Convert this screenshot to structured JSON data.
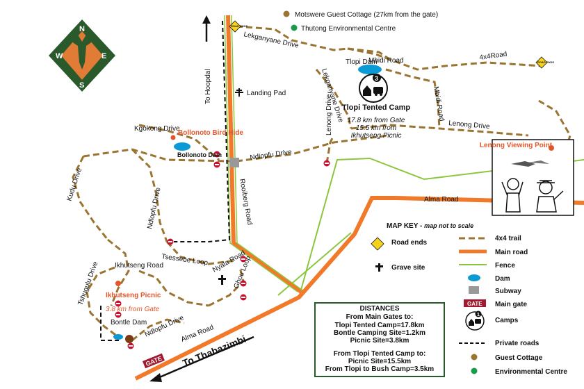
{
  "top_legend": {
    "guest_cottage": "Motswere Guest Cottage (27km from the gate)",
    "env_centre": "Thutong Environmental Centre"
  },
  "compass": {
    "n": "N",
    "e": "E",
    "s": "S",
    "w": "W"
  },
  "roads": {
    "lekganyane_drive_top": "Lekganyane Drive",
    "lekganyane_drive_side": "Lekganyane Drive",
    "mbidi_road_top": "Mbidi Road",
    "mbidi_road_side": "Mbidi Road",
    "four_x_four_road": "4x4Road",
    "to_hoopdal": "To Hoopdal",
    "lenong_drive_right": "Lenong Drive",
    "lenong_drive_small": "Lenong Drive",
    "ndlopfu_drive_top": "Ndlopfu Drive",
    "ndlopfu_drive_left": "Ndlopfu Drive",
    "ndlopfu_drive_bottom": "Ndlopfu Drive",
    "kgokong_drive": "Kgokong Drive",
    "kudu_drive": "Kudu Drive",
    "rooiberg_road": "Rooiberg Road",
    "alma_road_right": "Alma Road",
    "alma_road_bottom": "Alma Road",
    "tsessebe_loop": "Tsessebe Loop",
    "nyala_road": "Nyala Road",
    "ghou_loop": "Ghou Loop",
    "tshugulu_drive": "Tshugulu Drive",
    "ikhutseng_road": "Ikhutseng Road",
    "to_thabazimbi": "To Thabazimbi"
  },
  "places": {
    "landing_pad": "Landing Pad",
    "tlopi_dam": "Tlopi Dam",
    "tlopi_camp_title": "Tlopi Tented Camp",
    "tlopi_camp_line1": "17.8 km from Gate",
    "tlopi_camp_line2": "15.5 km from",
    "tlopi_camp_line3": "Ikhutseng Picnic",
    "tlopi_camp_number": "3",
    "bollonoto_hide": "Bollonoto Bird Hide",
    "bollonoto_dam": "Bollonoto Dam",
    "lenong_viewing_point": "Lenong Viewing Point",
    "ikhutseng_picnic": "Ikhutseng Picnic",
    "ikhutseng_picnic_dist": "3.8 km from Gate",
    "bontle_dam": "Bontle Dam",
    "gate": "GATE",
    "road_ends": "ROAD ENDS"
  },
  "map_key": {
    "title": "MAP KEY -",
    "subtitle": "map not to scale",
    "items": [
      {
        "label": "Road ends",
        "symbol": "road-ends-sign"
      },
      {
        "label": "4x4 trail",
        "symbol": "dashed-brown-line"
      },
      {
        "label": "Main road",
        "symbol": "orange-line"
      },
      {
        "label": "Fence",
        "symbol": "green-line"
      },
      {
        "label": "Grave site",
        "symbol": "cross"
      },
      {
        "label": "Dam",
        "symbol": "blue-ellipse"
      },
      {
        "label": "Subway",
        "symbol": "grey-square"
      },
      {
        "label": "Main gate",
        "symbol": "gate-sign"
      },
      {
        "label": "Camps",
        "symbol": "camp-icon"
      },
      {
        "label": "Private roads",
        "symbol": "dashed-black-line"
      },
      {
        "label": "Guest Cottage",
        "symbol": "brown-dot"
      },
      {
        "label": "Environmental Centre",
        "symbol": "green-dot"
      }
    ],
    "gate_label": "GATE",
    "camp_number": "1"
  },
  "distances": {
    "title": "DISTANCES",
    "line1": "From Main Gates to:",
    "line2": "Tlopi Tented Camp=17.8km",
    "line3": "Bontle Camping Site=1.2km",
    "line4": "Picnic Site=3.8km",
    "line5": "From Tlopi Tented Camp to:",
    "line6": "Picnic Site=15.5km",
    "line7": "From Tlopi to Bush Camp=3.5km"
  },
  "colors": {
    "trail_brown": "#9a7431",
    "main_road_orange": "#f07a2a",
    "fence_green": "#8cc63f",
    "dam_blue": "#0b9ad6",
    "gate_red": "#a3172f",
    "poi_orange": "#e2562a",
    "sign_yellow": "#f6d21a",
    "compass_green": "#2a5a2b",
    "compass_orange": "#e27b36"
  }
}
